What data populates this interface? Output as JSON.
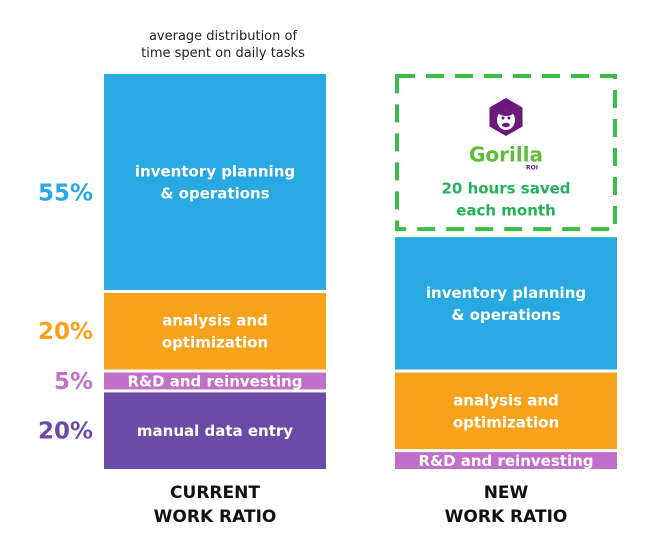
{
  "caption": {
    "line1": "average distribution of",
    "line2": "time spent on daily tasks"
  },
  "colors": {
    "inventory": "#29a9e1",
    "analysis": "#f6a21a",
    "rd": "#c16fc9",
    "manual": "#6b4ba5",
    "saved_border": "#3bbb4a",
    "saved_text": "#22b35a",
    "logo_purple": "#6a1a7a",
    "logo_green": "#5fbd3b"
  },
  "chart_data": {
    "type": "bar",
    "stacked": true,
    "categories": [
      "CURRENT\nWORK RATIO",
      "NEW\nWORK RATIO"
    ],
    "series": [
      {
        "name": "inventory planning & operations",
        "values": [
          55,
          34
        ]
      },
      {
        "name": "analysis and optimization",
        "values": [
          20,
          20
        ]
      },
      {
        "name": "R&D and reinvesting",
        "values": [
          5,
          5
        ]
      },
      {
        "name": "manual data entry",
        "values": [
          20,
          0
        ]
      }
    ],
    "freed_time": {
      "category": "NEW\nWORK RATIO",
      "value": 41
    },
    "percent_labels": [
      "55%",
      "20%",
      "5%",
      "20%"
    ],
    "segment_labels": {
      "inventory": [
        "inventory planning",
        "& operations"
      ],
      "analysis": [
        "analysis and",
        "optimization"
      ],
      "rd": [
        "R&D and reinvesting"
      ],
      "manual": [
        "manual data entry"
      ]
    },
    "category_labels": [
      [
        "CURRENT",
        "WORK RATIO"
      ],
      [
        "NEW",
        "WORK RATIO"
      ]
    ],
    "saved_box": {
      "logo_text": "Gorilla",
      "logo_sub": "ROI",
      "lines": [
        "20 hours saved",
        "each month"
      ]
    }
  }
}
